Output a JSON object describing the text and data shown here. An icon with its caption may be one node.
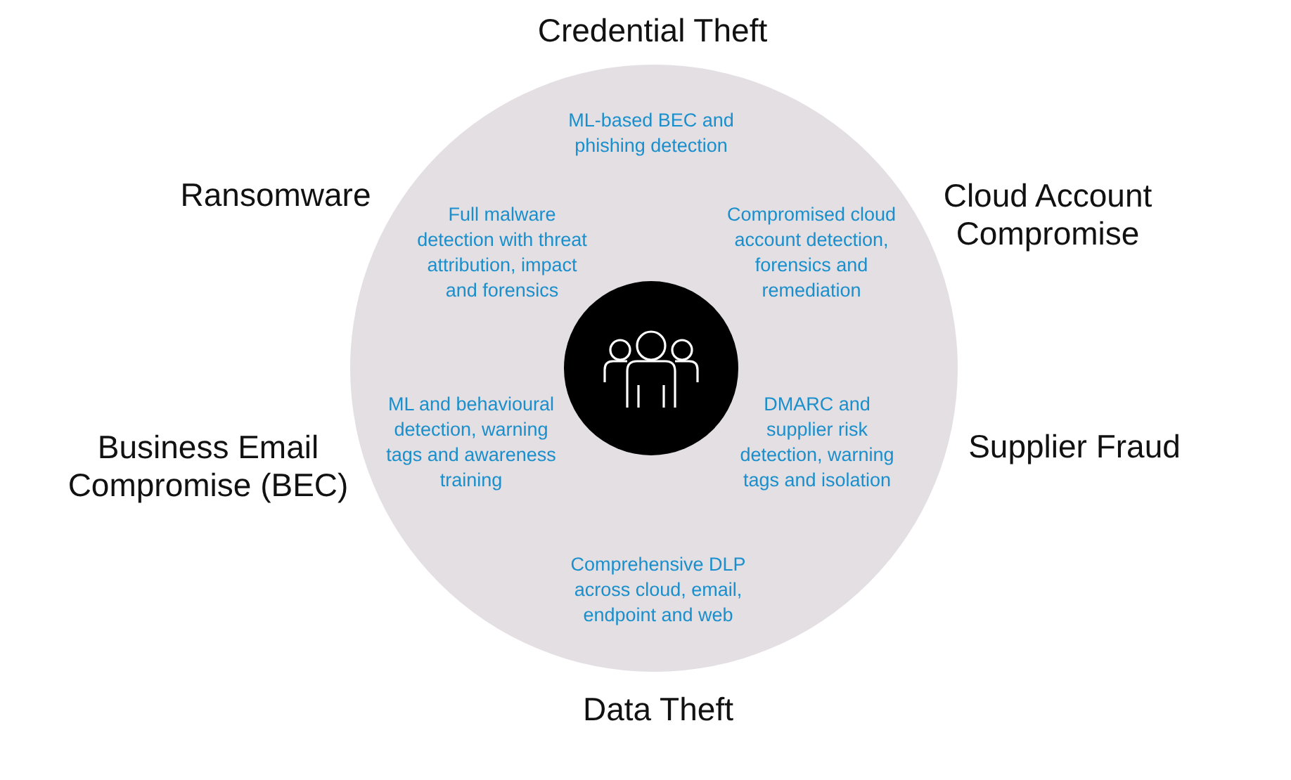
{
  "diagram": {
    "nodes": [
      {
        "text": [
          "ML-based BEC and phishing detection",
          "Full malware detection with threat attribution, impact and forensics",
          "Compromised cloud account detection, forensics and remediation",
          "ML and behavioural detection, warning tags and awareness training",
          "DMARC and supplier risk detection, warning tags and isolation",
          "Comprehensive DLP across cloud, email, endpoint and web"
        ]
      },
      {
        "text": [],
        "shape": "circle",
        "in": 0
      }
    ],
    "labels": [
      "Credential Theft",
      "Ransomware",
      "Cloud Account Compromise",
      "Business Email Compromise (BEC)",
      "Supplier Fraud",
      "Data Theft"
    ]
  }
}
